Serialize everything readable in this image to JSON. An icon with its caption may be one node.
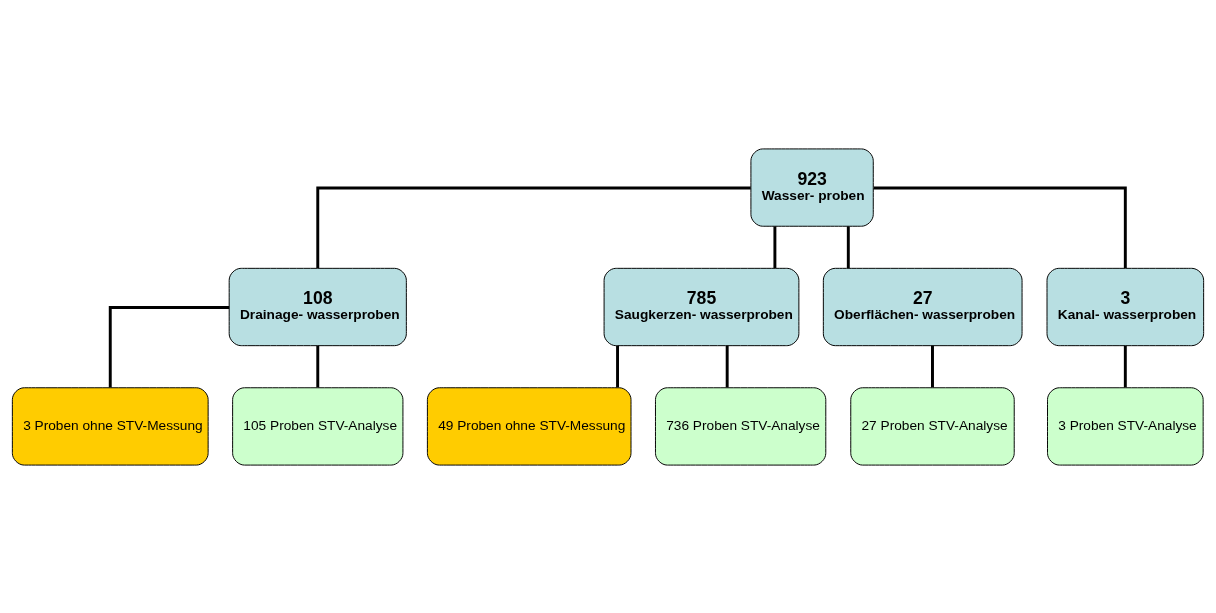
{
  "diagram": {
    "nodes": [
      {
        "text": [
          "923",
          "Wasser- proben"
        ]
      },
      {
        "text": [
          "108",
          "Drainage- wasserproben"
        ]
      },
      {
        "text": [
          "785",
          "Saugkerzen- wasserproben"
        ]
      },
      {
        "text": [
          "27",
          "Oberflächen- wasserproben"
        ]
      },
      {
        "text": [
          "3",
          "Kanal- wasserproben"
        ]
      },
      {
        "text": [
          "3 Proben ohne STV-Messung"
        ]
      },
      {
        "text": [
          "105 Proben STV-Analyse"
        ]
      },
      {
        "text": [
          "49 Proben ohne STV-Messung"
        ]
      },
      {
        "text": [
          "736 Proben STV-Analyse"
        ]
      },
      {
        "text": [
          "27 Proben STV-Analyse"
        ]
      },
      {
        "text": [
          "3 Proben STV-Analyse"
        ]
      }
    ],
    "edges": [
      {
        "from": 0,
        "to": 1,
        "arrow": "none"
      },
      {
        "from": 0,
        "to": 2,
        "arrow": "none"
      },
      {
        "from": 0,
        "to": 3,
        "arrow": "none"
      },
      {
        "from": 0,
        "to": 4,
        "arrow": "none"
      },
      {
        "from": 1,
        "to": 5,
        "arrow": "none"
      },
      {
        "from": 1,
        "to": 6,
        "arrow": "none"
      },
      {
        "from": 2,
        "to": 7,
        "arrow": "none"
      },
      {
        "from": 2,
        "to": 8,
        "arrow": "none"
      },
      {
        "from": 3,
        "to": 9,
        "arrow": "none"
      },
      {
        "from": 4,
        "to": 10,
        "arrow": "none"
      }
    ]
  }
}
